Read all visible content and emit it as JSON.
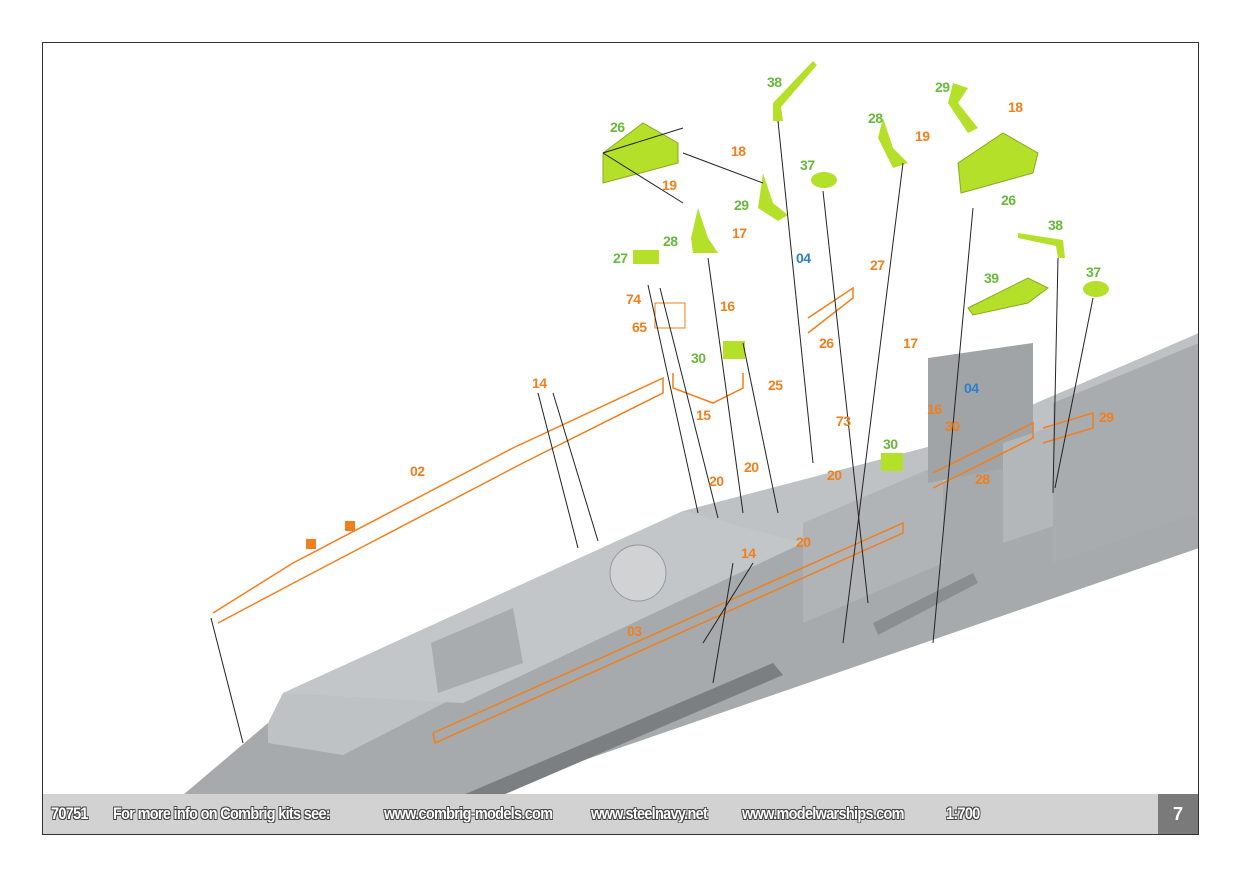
{
  "labels": {
    "orange": [
      "02",
      "03",
      "14",
      "14",
      "15",
      "16",
      "16",
      "17",
      "17",
      "18",
      "18",
      "19",
      "19",
      "20",
      "20",
      "20",
      "20",
      "25",
      "26",
      "27",
      "28",
      "29",
      "30",
      "65",
      "73",
      "74"
    ],
    "green": [
      "26",
      "26",
      "27",
      "28",
      "28",
      "29",
      "29",
      "30",
      "30",
      "37",
      "37",
      "38",
      "38",
      "39"
    ],
    "blue": [
      "04",
      "04"
    ]
  },
  "footer": {
    "code": "70751",
    "info": "For more info on Combrig kits see:",
    "url1": "www.combrig-models.com",
    "url2": "www.steelnavy.net",
    "url3": "www.modelwarships.com",
    "scale": "1:700",
    "page": "7"
  },
  "colors": {
    "etch": "#f07f1e",
    "resin": "#b5e02a",
    "wire": "#2a7fcf",
    "hull": "#a9adaf",
    "deck": "#bdc0c2"
  }
}
